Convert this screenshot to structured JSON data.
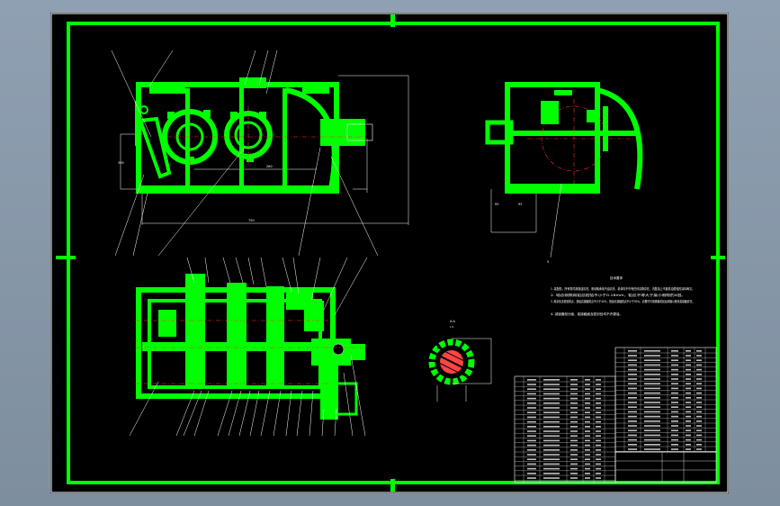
{
  "app": {
    "title": "",
    "background_color": "#8a9aab",
    "canvas_color": "#000000",
    "drawing_color": "#00ff00",
    "line_color": "#ffffff",
    "center_line_color": "#ff0000"
  },
  "drawing": {
    "type": "gear reducer assembly drawing",
    "views": [
      "front-view",
      "side-view",
      "top-section-view",
      "shaft-detail"
    ],
    "tech_requirements_title": "技术要求",
    "tech_requirements_lines": [
      "1. 装配前，所有零件用煤油清洗，滚动轴承用汽油清洗，机体内不许有任何杂物存在。内壁涂上不被机油侵蚀的涂料两次。",
      "2. 啮合侧隙用铅丝检验不小于0.16mm，铅丝不得大于最小侧隙的4倍。",
      "3. 用涂色法检验斑点，按齿高接触斑点不小于40%，按齿长接触斑点不小于50%，必要时可用研磨或刮后研磨以便改善接触情况。",
      "4. 减速器剖分面、各接触面及密封处均不许漏油。"
    ],
    "section_label": "A-A",
    "section_scale": "1:2"
  }
}
